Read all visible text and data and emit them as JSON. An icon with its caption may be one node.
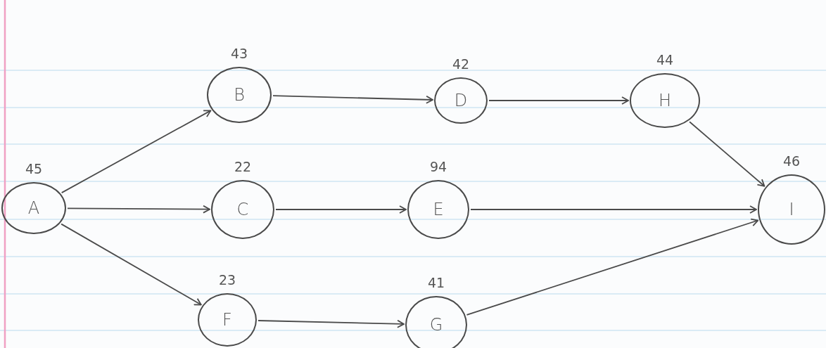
{
  "diagram": {
    "nodes": [
      {
        "text": [
          "A"
        ],
        "beside": [
          "45"
        ]
      },
      {
        "text": [
          "B"
        ],
        "beside": [
          "43"
        ]
      },
      {
        "text": [
          "C"
        ],
        "beside": [
          "22"
        ]
      },
      {
        "text": [
          "F"
        ],
        "beside": [
          "23"
        ]
      },
      {
        "text": [
          "D"
        ],
        "beside": [
          "42"
        ]
      },
      {
        "text": [
          "E"
        ],
        "beside": [
          "94"
        ]
      },
      {
        "text": [
          "G"
        ],
        "beside": [
          "41"
        ]
      },
      {
        "text": [
          "H"
        ],
        "beside": [
          "44"
        ]
      },
      {
        "text": [
          "I"
        ],
        "beside": [
          "46"
        ]
      }
    ],
    "edges": [
      {
        "from": 0,
        "to": 1,
        "arrow": "to"
      },
      {
        "from": 0,
        "to": 2,
        "arrow": "to"
      },
      {
        "from": 0,
        "to": 3,
        "arrow": "to"
      },
      {
        "from": 1,
        "to": 4,
        "arrow": "to"
      },
      {
        "from": 2,
        "to": 5,
        "arrow": "to"
      },
      {
        "from": 3,
        "to": 6,
        "arrow": "to"
      },
      {
        "from": 4,
        "to": 7,
        "arrow": "to"
      },
      {
        "from": 7,
        "to": 8,
        "arrow": "to"
      },
      {
        "from": 5,
        "to": 8,
        "arrow": "to"
      },
      {
        "from": 6,
        "to": 8,
        "arrow": "to"
      }
    ]
  }
}
